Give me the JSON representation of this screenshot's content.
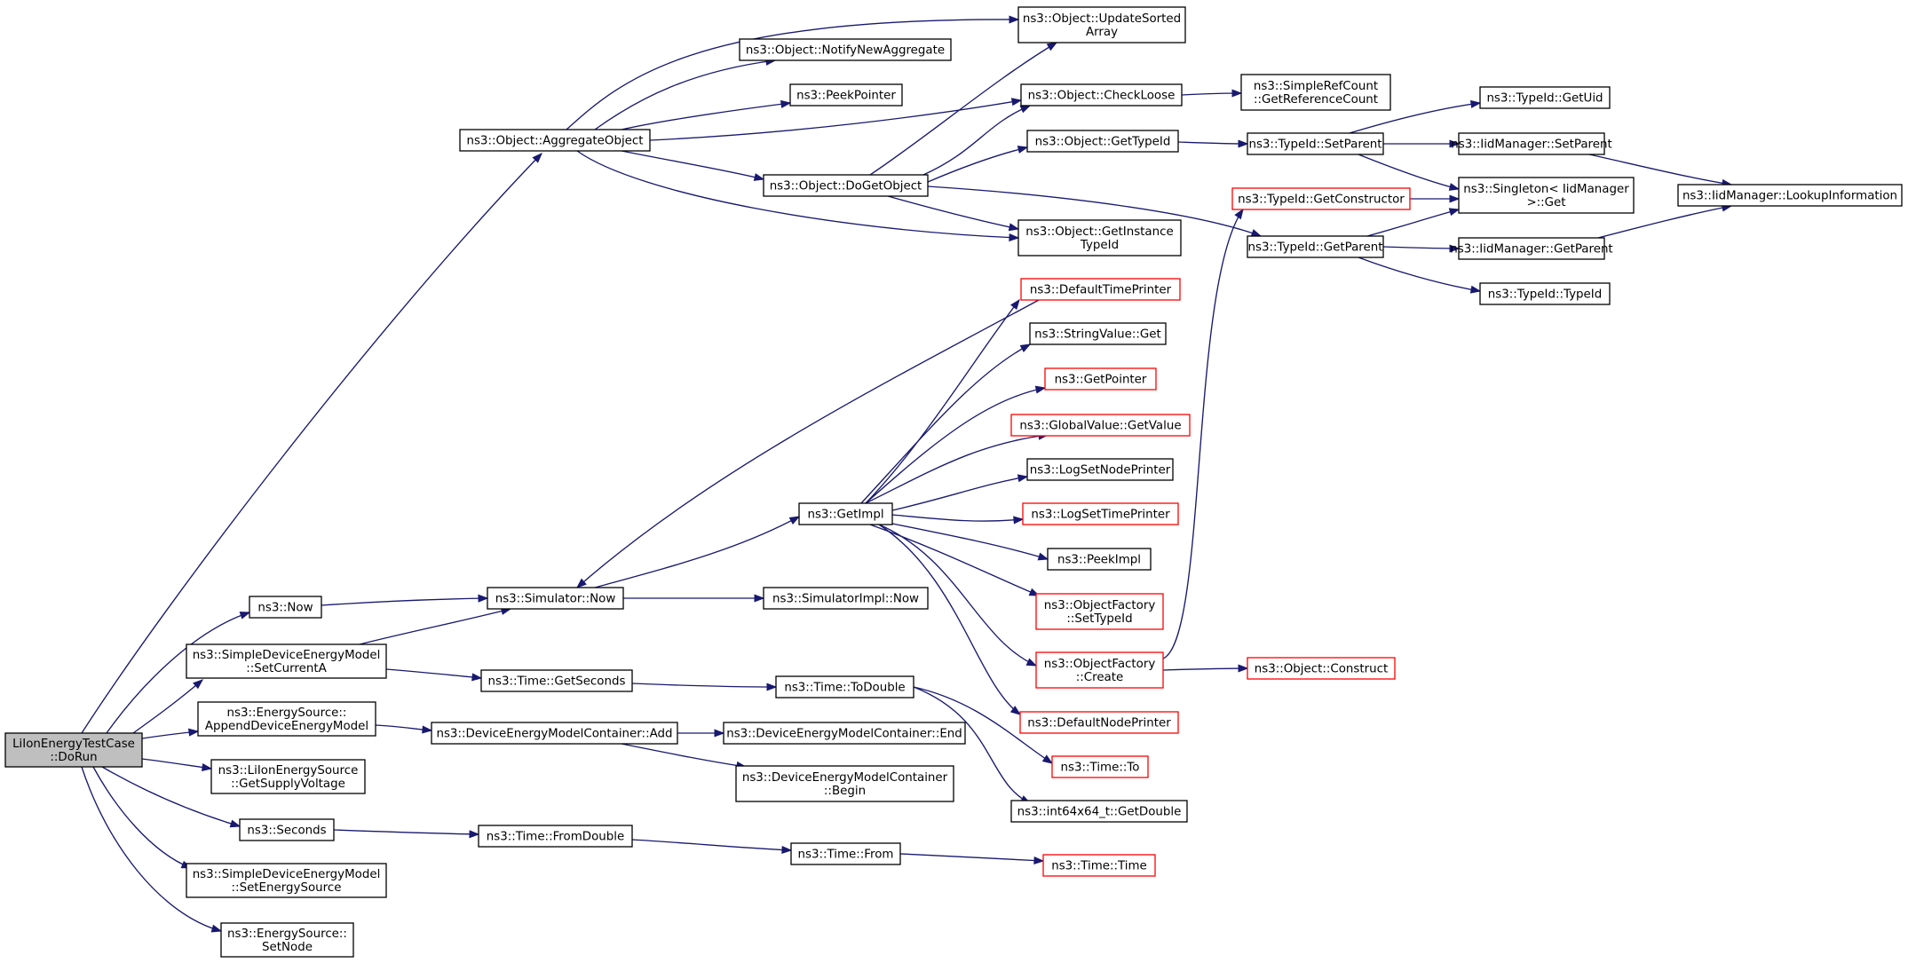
{
  "colors": {
    "edge": "#191970",
    "root_fill": "#bfbfbf",
    "node_fill": "#ffffff",
    "node_border": "#000000",
    "truncated_border": "#ff0000"
  },
  "nodes": [
    {
      "id": "n0",
      "lines": [
        "LiIonEnergyTestCase",
        "::DoRun"
      ],
      "root": true
    },
    {
      "id": "n1",
      "lines": [
        "ns3::Object::AggregateObject"
      ]
    },
    {
      "id": "n2",
      "lines": [
        "ns3::Now"
      ]
    },
    {
      "id": "n3",
      "lines": [
        "ns3::SimpleDeviceEnergyModel",
        "::SetCurrentA"
      ]
    },
    {
      "id": "n4",
      "lines": [
        "ns3::EnergySource::",
        "AppendDeviceEnergyModel"
      ]
    },
    {
      "id": "n5",
      "lines": [
        "ns3::LiIonEnergySource",
        "::GetSupplyVoltage"
      ]
    },
    {
      "id": "n6",
      "lines": [
        "ns3::Seconds"
      ]
    },
    {
      "id": "n7",
      "lines": [
        "ns3::SimpleDeviceEnergyModel",
        "::SetEnergySource"
      ]
    },
    {
      "id": "n8",
      "lines": [
        "ns3::EnergySource::",
        "SetNode"
      ]
    },
    {
      "id": "n9",
      "lines": [
        "ns3::Object::UpdateSorted",
        "Array"
      ]
    },
    {
      "id": "n10",
      "lines": [
        "ns3::Object::NotifyNewAggregate"
      ]
    },
    {
      "id": "n11",
      "lines": [
        "ns3::PeekPointer"
      ]
    },
    {
      "id": "n12",
      "lines": [
        "ns3::Object::CheckLoose"
      ]
    },
    {
      "id": "n13",
      "lines": [
        "ns3::Object::DoGetObject"
      ]
    },
    {
      "id": "n14",
      "lines": [
        "ns3::Object::GetInstance",
        "TypeId"
      ]
    },
    {
      "id": "n15",
      "lines": [
        "ns3::SimpleRefCount",
        "::GetReferenceCount"
      ]
    },
    {
      "id": "n16",
      "lines": [
        "ns3::Object::GetTypeId"
      ]
    },
    {
      "id": "n17",
      "lines": [
        "ns3::TypeId::GetParent"
      ]
    },
    {
      "id": "n18",
      "lines": [
        "ns3::TypeId::SetParent"
      ]
    },
    {
      "id": "n19",
      "lines": [
        "ns3::TypeId::GetUid"
      ]
    },
    {
      "id": "n20",
      "lines": [
        "ns3::IidManager::SetParent"
      ]
    },
    {
      "id": "n21",
      "lines": [
        "ns3::Singleton< IidManager",
        " >::Get"
      ]
    },
    {
      "id": "n22",
      "lines": [
        "ns3::IidManager::LookupInformation"
      ]
    },
    {
      "id": "n23",
      "lines": [
        "ns3::IidManager::GetParent"
      ]
    },
    {
      "id": "n24",
      "lines": [
        "ns3::TypeId::TypeId"
      ]
    },
    {
      "id": "n25",
      "lines": [
        "ns3::Simulator::Now"
      ]
    },
    {
      "id": "n26",
      "lines": [
        "ns3::DefaultTimePrinter"
      ],
      "truncated": true
    },
    {
      "id": "n27",
      "lines": [
        "ns3::GetImpl"
      ]
    },
    {
      "id": "n28",
      "lines": [
        "ns3::SimulatorImpl::Now"
      ]
    },
    {
      "id": "n29",
      "lines": [
        "ns3::StringValue::Get"
      ]
    },
    {
      "id": "n30",
      "lines": [
        "ns3::GetPointer"
      ],
      "truncated": true
    },
    {
      "id": "n31",
      "lines": [
        "ns3::GlobalValue::GetValue"
      ],
      "truncated": true
    },
    {
      "id": "n32",
      "lines": [
        "ns3::LogSetNodePrinter"
      ]
    },
    {
      "id": "n33",
      "lines": [
        "ns3::LogSetTimePrinter"
      ],
      "truncated": true
    },
    {
      "id": "n34",
      "lines": [
        "ns3::PeekImpl"
      ]
    },
    {
      "id": "n35",
      "lines": [
        "ns3::ObjectFactory",
        "::SetTypeId"
      ],
      "truncated": true
    },
    {
      "id": "n36",
      "lines": [
        "ns3::ObjectFactory",
        "::Create"
      ],
      "truncated": true
    },
    {
      "id": "n37",
      "lines": [
        "ns3::DefaultNodePrinter"
      ],
      "truncated": true
    },
    {
      "id": "n38",
      "lines": [
        "ns3::TypeId::GetConstructor"
      ],
      "truncated": true
    },
    {
      "id": "n39",
      "lines": [
        "ns3::Object::Construct"
      ],
      "truncated": true
    },
    {
      "id": "n40",
      "lines": [
        "ns3::Time::GetSeconds"
      ]
    },
    {
      "id": "n41",
      "lines": [
        "ns3::Time::ToDouble"
      ]
    },
    {
      "id": "n42",
      "lines": [
        "ns3::Time::To"
      ],
      "truncated": true
    },
    {
      "id": "n43",
      "lines": [
        "ns3::int64x64_t::GetDouble"
      ]
    },
    {
      "id": "n44",
      "lines": [
        "ns3::DeviceEnergyModelContainer::Add"
      ]
    },
    {
      "id": "n45",
      "lines": [
        "ns3::DeviceEnergyModelContainer::End"
      ]
    },
    {
      "id": "n46",
      "lines": [
        "ns3::DeviceEnergyModelContainer",
        "::Begin"
      ]
    },
    {
      "id": "n47",
      "lines": [
        "ns3::Time::FromDouble"
      ]
    },
    {
      "id": "n48",
      "lines": [
        "ns3::Time::From"
      ]
    },
    {
      "id": "n49",
      "lines": [
        "ns3::Time::Time"
      ],
      "truncated": true
    }
  ]
}
